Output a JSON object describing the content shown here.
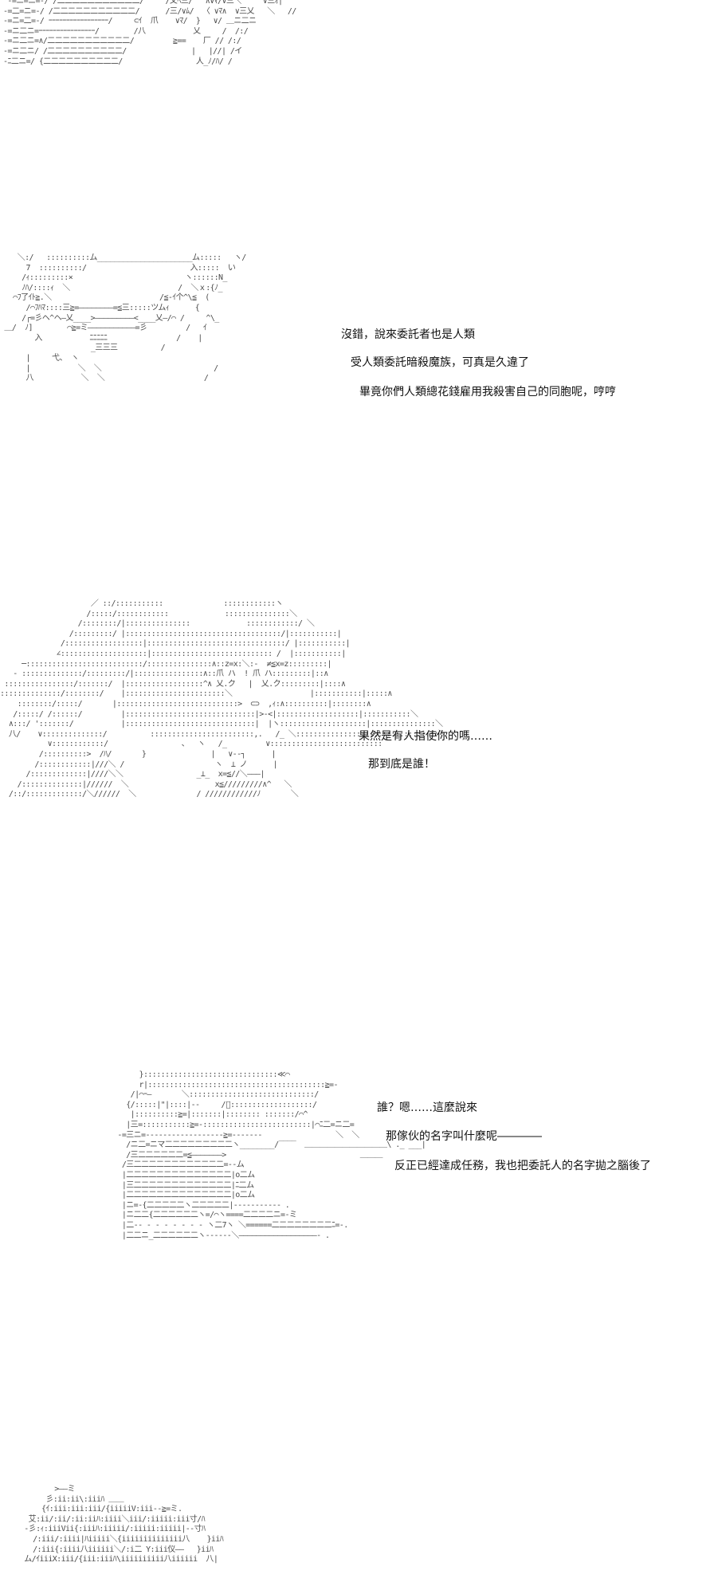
{
  "art": {
    "p1": " -=ニ=ニ=-/ /二二二二二二二二二二二/     /乂ﾍ三/   ∧∨ﾏ/∨三＼     ∨三ｵ|\n-=二=ニ=-/ /二二二二二二二二二二二/      /三/∨ﾑ/  〈 ∨ﾏ∧  ∨三乂   ＼   //\n-=ニ=二=-/ ｰｰｰｰｰｰｰｰｰｰｰｰｰｰｰｰｰ/     ⊂ｲ  爪    ∨ﾏ/  }   ∨/ ＿ニ二ニ\n-=ニ二ニ=ｰｰｰｰｰｰｰｰｰｰｰｰｰｰｰｰ/        /八           乂     /  /:/\n-=ニ二ニ=∧/二二二二二二二二二二二/         ≧==    厂 // /:/\n-=ニ二ニ/ /二二二二二二二二二二/               |   |//| /イ\n-ﾆ二ニ=/ {二二二二二二二二二二/                 人_ﾉ/ﾊ/ /",
    "p2": "    ＼:/   ::::::::::ム______________________ム:::::   ヽ/\n      7  ::::::::::/                        入:::::  い\n     /ｨ:::::::::×                          ヽ::::::N_\n     ﾉﾊ/::::ｨ  ＼                         /  ＼ｘ:{ﾉ_\n   ⌒ﾌ了ｲﾄ≧.＼                         /≦-ｲ个^\\≦  (\n      /⌒ﾌﾊﾏ::::三≧=――――――――=≦三:::::ツムｨ      {\n     /┌=彡ヘ^ヘ―乂____>―――――――――<____乂―/⌒ /     ^\\_\n ＿/  ﾉ]        ⌒≧=ミ―――――――――――=彡         /   ｲ\n        入           ﾆﾆﾆﾆﾆ                /    |\n                     _三三三          /\n      |     弋、 ヽ\n      |           ＼  ＼                          /\n      八           ＼  ＼                       /",
    "p3": "                     ／ ::/:::::::::::              ::::::::::::ヽ\n                    /:::::/::::::::::::             :::::::::::::::＼\n                  /::::::::/|:::::::::::::::             ::::::::::::/ ＼\n                /:::::::::/ |::::::::::::::::::::::::::::::::::::/|:::::::::::|\n              /::::::::::::::::::|::::::::::::::::::::::::::::::::/ |:::::::::::|\n             ∠::::::::::::::::::::|:::::::::::::::::::::::::::: /  |:::::::::::|\n     ─:::::::::::::::::::::::::::/:::::::::::::::∧::z=x:＼:-  ≠≦x=z:::::::::|\n   ‐ ::::::::::::::/:::::::::/|::::::::::::::::∧::爪 ハ  ! 爪 ハ:::::::::|::∧\n ::::::::::::::::/:::::::/  |::::::::::::::::::^∧ 乂.ク   |  乂.ク:::::::::|::::∧\n::::::::::::::/::::::::/    |:::::::::::::::::::::::＼                  |:::::::::::|:::::∧\n    ::::::::/:::::/       |::::::::::::::::::::::::::::>  ⊂⊃  ,ｨ:∧::::::::::|::::::::∧\n   /:::::/ /::::::/         |::::::::::::::::::::::::::::::|>-<|:::::::::::::::::::|:::::::::::＼\n  ∧:::/ ':::::::/           |::::::::::::::::::::::::::::::|  |ヽ::::::::::::::::::::|:::::::::::::::＼\n  八/    ∨::::::::::::::/          ::::::::::::::::::::::::,.   /_ ＼:::::::::::::::::::::::::::::::::＼\n           ∨::::::::::::/                 、  ヽ   /_         ∨::::::::::::::::::::::::::\n         /::::::::::>  /ﾊ/       }               |   ∨--┐      |\n        /::::::::::::|///＼ /                     ヽ  ⊥ ノ      |\n      /:::::::::::::|////＼＼                 _⊥_  x=≦//＼―――|\n    /::::::::::::::|//////  ＼                    x≦/////////∧^   ＼\n  /::/:::::::::::::/＼//////  ＼              / ////////////ﾉ       ＼",
    "p4": "      }:::::::::::::::::::::::::::::::≪⌒\n      r|:::::::::::::::::::::::::::::::::::::::::≧=-\n    /|⌒ｰ―       ＼:::::::::::::::::::::::::::::/\n   {/:::::|\"|::::|--     /ﾞ:::::::::::::::::::/\n    |::::::::::≧=|:::::::|:::::::: :::::::/⌒^\n   |三=:::::::::::≧=-:::::::::::::::::::::::::|⌒ﾆ二=ニ二=\n ‐=三ニ=‐‐‐‐‐‐‐‐‐‐‐‐‐‐‐‐‐‐≧=‐‐‐‐‐‐‐                 ＼  ＼\n   /ニ二=ニマ二二二二二二二二二ヽ________/‾‾‾‾  ＿＿＿＿＿＿＿＿＿＿＿\\ ._ ___|\n   /三二二二二二二=≦―――――――>                               ＿＿＿\n  /三二二二二二二二二二二二二=-‐ム\n  |二二二二二二二二二二二二二二|o二ム\n  |三二二二二二二二二二二二二二|ﾆ二ム\n  |二二二二二二二二二二二二二二|o二ム\n  |ニ=‐{二二二二二ヽ二二二二二|‐‐‐‐‐‐‐‐‐‐- .\n  |ニ二二{二二二二二二ヽ=/⌒ヽ====二二二二ニ=-ミ\n  |二-‐ ‐ ‐ ‐ ‐ ‐ ‐ ‐ ヽ二7ヽ ＼======二二二二二二二二ﾆ=-.\n  |二二ニ_二二二二二二ヽ‐‐‐‐‐‐＼――――――――――――――――――- .",
    "p5": "          >――ミ\n        彡:ii:ii\\:iiiﾊ ＿＿\n       {ｲ:iii:iii:iii/{iiiiiV:iii--≧=ミ.\n    艾:ii/:ii/:ii:iiﾊ:iiii＼iii/:iiiii:iii寸/ﾊ\n   -彡:ｨ:iiiVii{:iiiﾊ:iiiii/:iiiii:iiiii|--寸ﾊ\n     /:iii/:iiii|ﾊiiiii＼{iiiiiiiiiiiiii八    }iiﾊ\n     /:iii{:iiii八iiiiii＼/:i二 Y:iii仪――   }iiﾊ\n   ム/ｲiiiX:iii/{iii:iiiﾊ\\iiiiiiiiii八iiiiii  八|"
  },
  "dialogue": {
    "d1": [
      "沒錯，說來委託者也是人類",
      "受人類委託暗殺魔族，可真是久違了",
      "畢竟你們人類總花錢雇用我殺害自己的同胞呢，哼哼"
    ],
    "d2": [
      "果然是有人指使你的嗎……",
      "那到底是誰！"
    ],
    "d3": [
      "誰？嗯……這麼說來",
      "那傢伙的名字叫什麼呢――――",
      "反正已經達成任務，我也把委託人的名字拋之腦後了"
    ]
  }
}
